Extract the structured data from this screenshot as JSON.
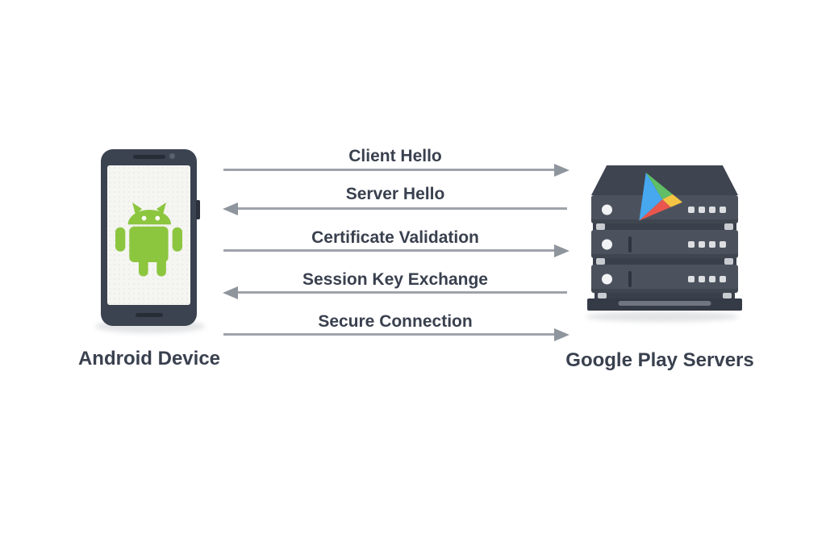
{
  "diagram": {
    "left_entity": {
      "label": "Android Device"
    },
    "right_entity": {
      "label": "Google Play Servers"
    },
    "messages": [
      {
        "label": "Client Hello",
        "direction": "right"
      },
      {
        "label": "Server Hello",
        "direction": "left"
      },
      {
        "label": "Certificate Validation",
        "direction": "right"
      },
      {
        "label": "Session Key Exchange",
        "direction": "left"
      },
      {
        "label": "Secure Connection",
        "direction": "right"
      }
    ],
    "icons": [
      "android-robot-icon",
      "google-play-logo-icon",
      "arrowhead-right-icon",
      "arrowhead-left-icon"
    ]
  },
  "colors": {
    "bg": "#ffffff",
    "text_dark": "#39404e",
    "arrow_line": "#9ea3ab",
    "arrow_head": "#8f959d",
    "device_body": "#3b4250",
    "device_detail": "#272d37",
    "camera_gray": "#596070",
    "screen_bg": "#f5f5f2",
    "android_green": "#8cc63f",
    "server_body": "#4b525e",
    "server_top": "#3e4450",
    "server_dark": "#3a404b",
    "server_strip": "#c8cbd0",
    "server_base": "#343a46",
    "server_slot": "#6f7680",
    "led_white": "#dcdee1",
    "shadow": "#e3e4e6",
    "play_blue": "#47a8f0",
    "play_green": "#5fbe66",
    "play_red": "#e8564e",
    "play_yellow": "#f6c443"
  }
}
